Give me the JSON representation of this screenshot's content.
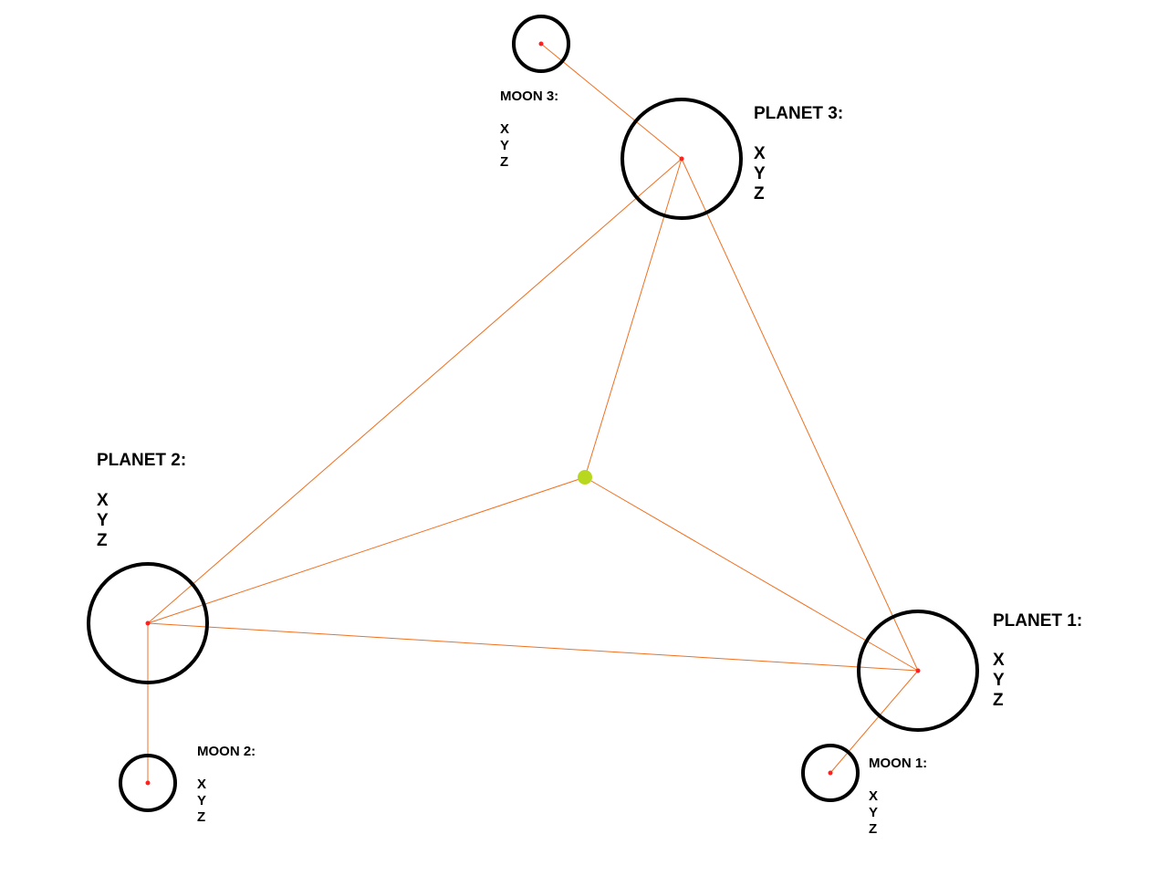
{
  "diagram": {
    "colors": {
      "background": "#ffffff",
      "body_outline": "#000000",
      "link_line": "#f07020",
      "center_dot": "#b8d820",
      "body_center": "#ff2020"
    },
    "links": [
      [
        "planet3",
        "moon3"
      ],
      [
        "planet3",
        "planet2"
      ],
      [
        "planet3",
        "planet1"
      ],
      [
        "planet3",
        "center"
      ],
      [
        "planet2",
        "center"
      ],
      [
        "planet2",
        "planet1"
      ],
      [
        "planet2",
        "moon2"
      ],
      [
        "planet1",
        "center"
      ],
      [
        "planet1",
        "moon1"
      ]
    ]
  },
  "planets": [
    {
      "id": "planet1",
      "title": "PLANET 1:",
      "axes": [
        "X",
        "Y",
        "Z"
      ]
    },
    {
      "id": "planet2",
      "title": "PLANET 2:",
      "axes": [
        "X",
        "Y",
        "Z"
      ]
    },
    {
      "id": "planet3",
      "title": "PLANET 3:",
      "axes": [
        "X",
        "Y",
        "Z"
      ]
    }
  ],
  "moons": [
    {
      "id": "moon1",
      "title": "MOON 1:",
      "axes": [
        "X",
        "Y",
        "Z"
      ]
    },
    {
      "id": "moon2",
      "title": "MOON 2:",
      "axes": [
        "X",
        "Y",
        "Z"
      ]
    },
    {
      "id": "moon3",
      "title": "MOON 3:",
      "axes": [
        "X",
        "Y",
        "Z"
      ]
    }
  ]
}
